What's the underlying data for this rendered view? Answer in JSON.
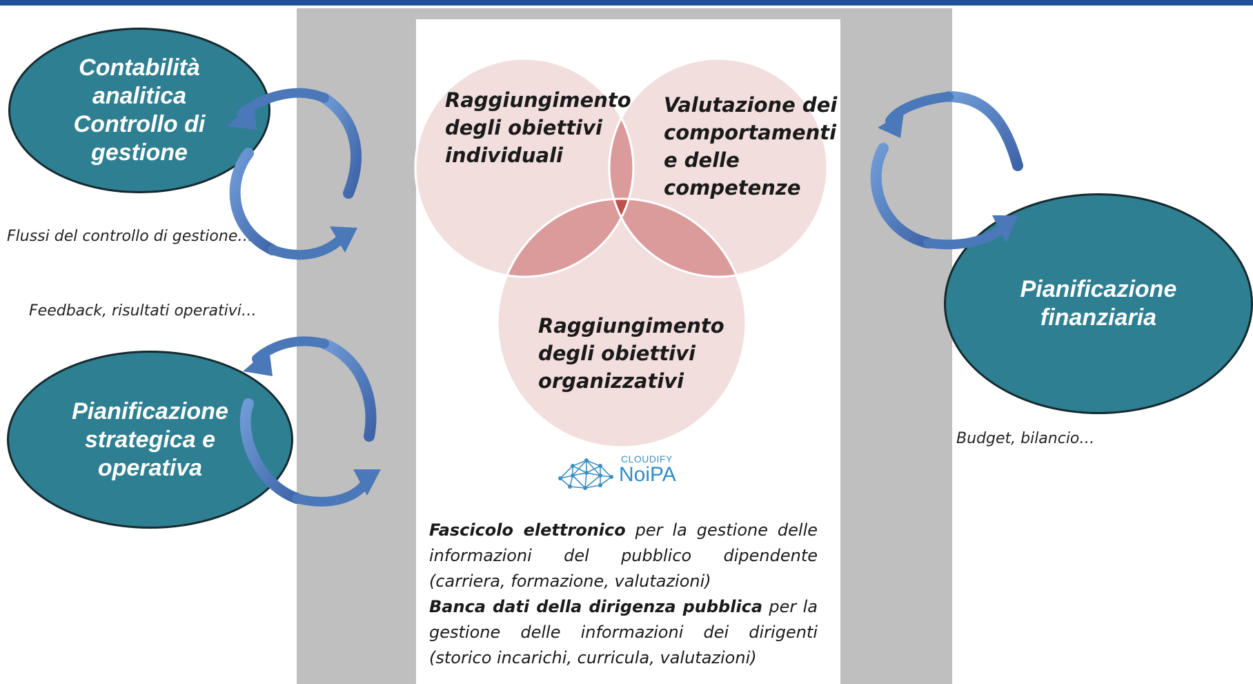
{
  "left_ovals": {
    "top": [
      "Contabilità",
      "analitica",
      "Controllo di",
      "gestione"
    ],
    "bottom": [
      "Pianificazione",
      "strategica e",
      "operativa"
    ]
  },
  "right_oval": [
    "Pianificazione",
    "finanziaria"
  ],
  "captions": {
    "flussi": "Flussi del controllo di gestione…",
    "feedback": "Feedback, risultati operativi…",
    "budget": "Budget, bilancio…"
  },
  "venn": {
    "individuali": [
      "Raggiungimento",
      "degli obiettivi",
      "individuali"
    ],
    "comportamenti": [
      "Valutazione dei",
      "comportamenti",
      "e delle",
      "competenze"
    ],
    "organizzativi": [
      "Raggiungimento",
      "degli obiettivi",
      "organizzativi"
    ],
    "colors": {
      "circle": "#f3dede",
      "pair": "#db9b9b",
      "center": "#c0504d"
    }
  },
  "logo": {
    "line1": "CLOUDIFY",
    "line2": "NoiPA",
    "color": "#2e8bc8"
  },
  "description": {
    "fascicolo_bold": "Fascicolo elettronico",
    "fascicolo_rest": " per la gestione delle informazioni del pubblico dipendente (carriera, formazione, valutazioni)",
    "banca_bold": "Banca dati della dirigenza pubblica",
    "banca_rest": " per la gestione delle informazioni dei dirigenti (storico incarichi, curricula, valutazioni)"
  },
  "colors": {
    "oval": "#2e7f91",
    "arrow": "#4a78b8",
    "gray": "#bfbfbf"
  }
}
